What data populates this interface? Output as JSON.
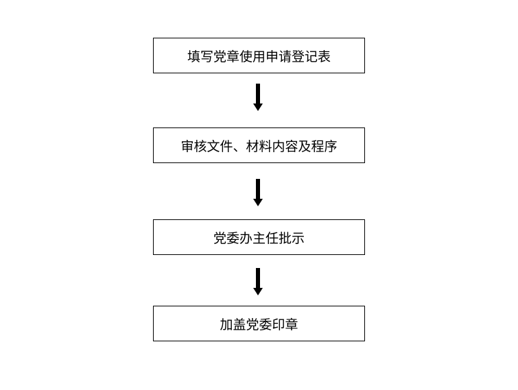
{
  "flowchart": {
    "steps": [
      {
        "label": "填写党章使用申请登记表"
      },
      {
        "label": "审核文件、材料内容及程序"
      },
      {
        "label": "党委办主任批示"
      },
      {
        "label": "加盖党委印章"
      }
    ]
  }
}
